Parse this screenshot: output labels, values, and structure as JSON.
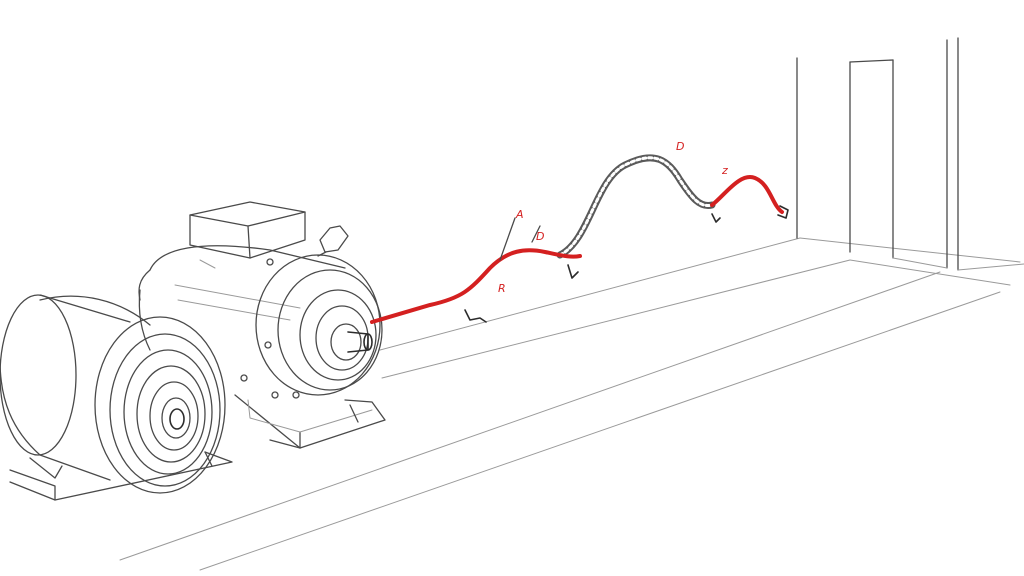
{
  "scene": {
    "description_free": true,
    "colors": {
      "background": "#ffffff",
      "pencil": "#4a4a4a",
      "pencil_light": "#9a9a9a",
      "cable_highlight": "#d42020",
      "cable_sheath": "#5a5a5a"
    },
    "objects": [
      {
        "id": "motor-front",
        "kind": "cylindrical-motor"
      },
      {
        "id": "motor-rear",
        "kind": "electric-motor-with-terminal-box"
      },
      {
        "id": "cable",
        "kind": "wavy-cable",
        "highlight": "red"
      },
      {
        "id": "wall-doorway",
        "kind": "wall-with-door-opening"
      }
    ],
    "markings": [
      {
        "id": "mark-1",
        "text": "A",
        "color": "#d42020"
      },
      {
        "id": "mark-2",
        "text": "D",
        "color": "#d42020"
      },
      {
        "id": "mark-3",
        "text": "R",
        "color": "#d42020"
      },
      {
        "id": "mark-4",
        "text": "D",
        "color": "#d42020"
      },
      {
        "id": "mark-5",
        "text": "z",
        "color": "#d42020"
      }
    ]
  }
}
